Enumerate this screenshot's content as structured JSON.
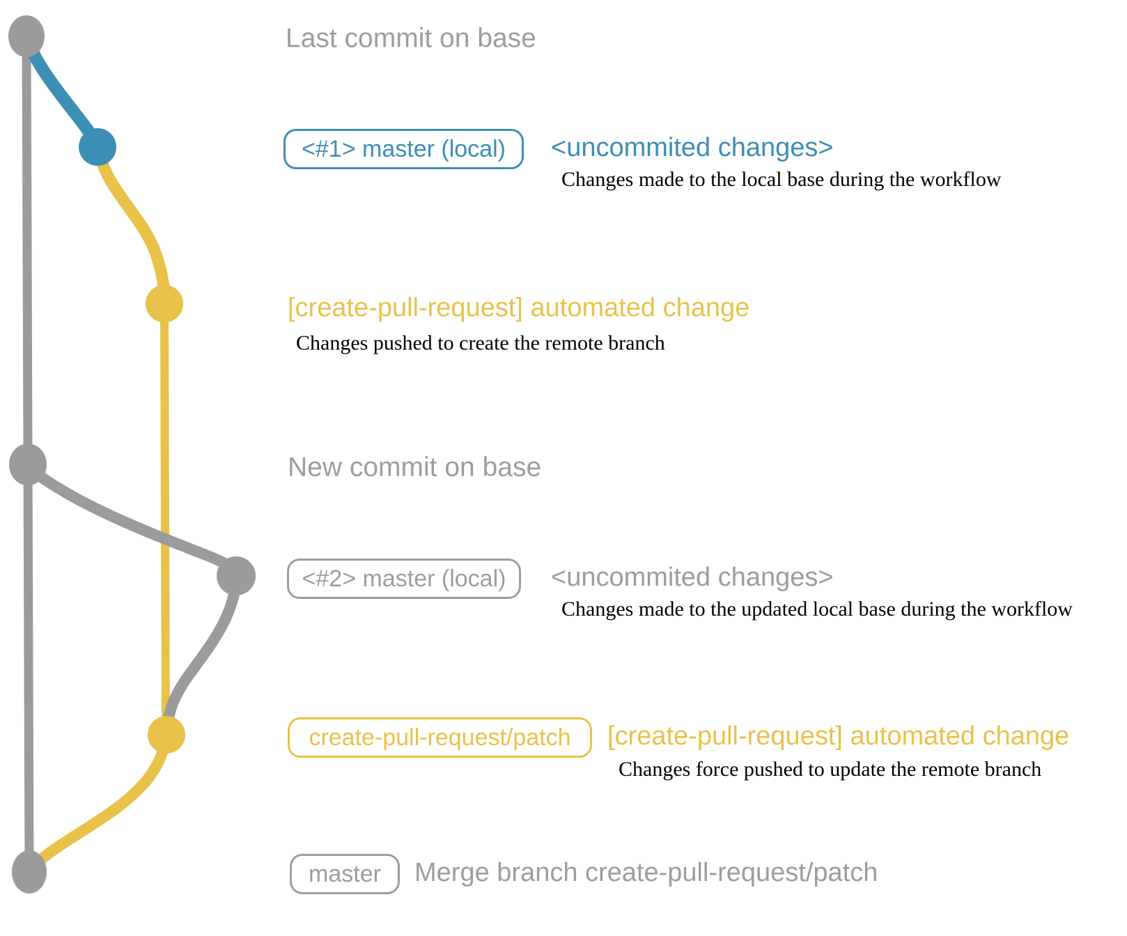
{
  "colors": {
    "base_gray": "#9b9b9b",
    "local_blue": "#3d8eb5",
    "automated_yellow": "#e9c24a",
    "caption_black": "#000000",
    "background": "#ffffff"
  },
  "rows": {
    "r1": {
      "text": "Last commit on base"
    },
    "r2": {
      "badge": "<#1> master (local)",
      "tag": "<uncommited changes>",
      "caption": "Changes made to the local base during the workflow"
    },
    "r3": {
      "tag": "[create-pull-request] automated change",
      "caption": "Changes pushed to create the remote branch"
    },
    "r4": {
      "text": "New commit on base"
    },
    "r5": {
      "badge": "<#2> master (local)",
      "tag": "<uncommited changes>",
      "caption": "Changes made to the updated local base during the workflow"
    },
    "r6": {
      "badge": "create-pull-request/patch",
      "tag": "[create-pull-request] automated change",
      "caption": "Changes force pushed to update the remote branch"
    },
    "r7": {
      "badge": "master",
      "text": "Merge branch create-pull-request/patch"
    }
  }
}
